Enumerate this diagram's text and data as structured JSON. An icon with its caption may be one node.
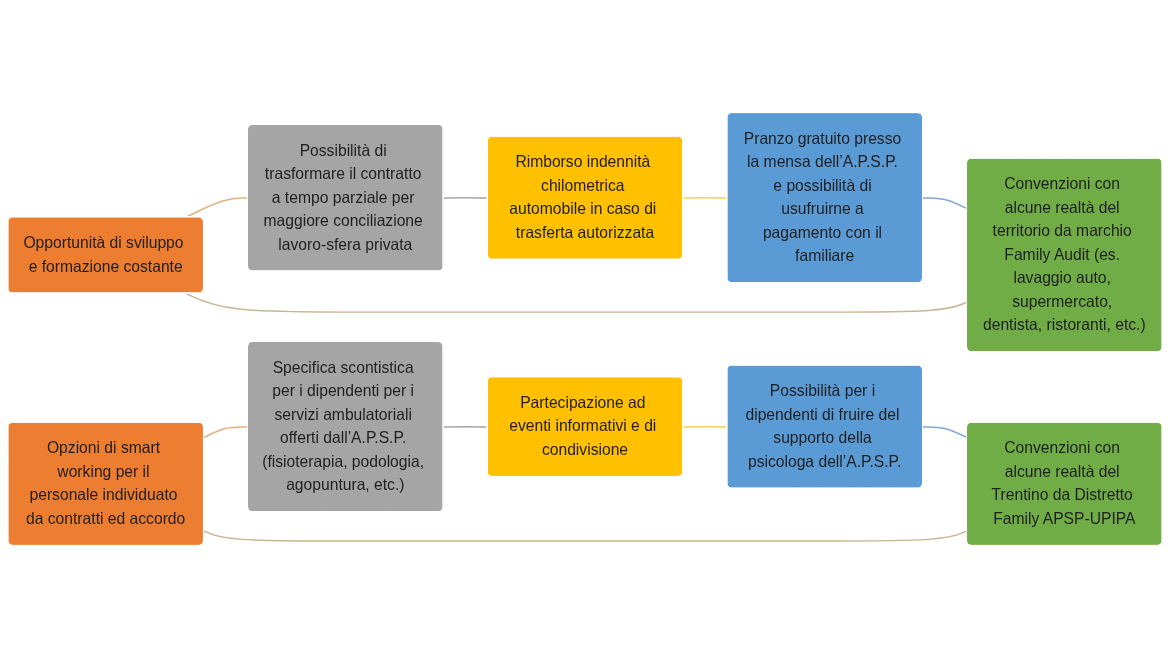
{
  "diagram": {
    "nodes": [
      {
        "text": [
          "Opportunità di sviluppo e formazione costante"
        ]
      },
      {
        "text": [
          "Possibilità di trasformare il contratto a tempo parziale per maggiore conciliazione lavoro-sfera privata"
        ]
      },
      {
        "text": [
          "Rimborso indennità chilometrica automobile in caso di trasferta autorizzata"
        ]
      },
      {
        "text": [
          "Pranzo gratuito presso la mensa dell’A.P.S.P. e possibilità di usufruirne a pagamento con il familiare"
        ]
      },
      {
        "text": [
          "Convenzioni con alcune realtà del territorio da marchio Family Audit (es. lavaggio auto, supermercato, dentista, ristoranti, etc.)"
        ]
      },
      {
        "text": [
          "Opzioni di smart working per il personale individuato da contratti ed accordo"
        ]
      },
      {
        "text": [
          "Specifica scontistica per i dipendenti per i servizi ambulatoriali offerti dall’A.P.S.P. (fisioterapia, podologia, agopuntura, etc.)"
        ]
      },
      {
        "text": [
          "Partecipazione ad eventi informativi e di condivisione"
        ]
      },
      {
        "text": [
          "Possibilità per i dipendenti di fruire del supporto della psicologa dell’A.P.S.P."
        ]
      },
      {
        "text": [
          "Convenzioni con alcune realtà del Trentino da Distretto Family APSP-UPIPA"
        ]
      }
    ],
    "edges": [
      {
        "from": 0,
        "to": 1,
        "arrow": "none",
        "color": "#e3b07f"
      },
      {
        "from": 1,
        "to": 2,
        "arrow": "none",
        "color": "#a5a5a5"
      },
      {
        "from": 2,
        "to": 3,
        "arrow": "none",
        "color": "#f5d24a"
      },
      {
        "from": 3,
        "to": 4,
        "arrow": "none",
        "color": "#7fa7d5"
      },
      {
        "from": 4,
        "to": 0,
        "arrow": "none",
        "color": "#c9b592"
      },
      {
        "from": 5,
        "to": 6,
        "arrow": "none",
        "color": "#e3b07f"
      },
      {
        "from": 6,
        "to": 7,
        "arrow": "none",
        "color": "#a5a5a5"
      },
      {
        "from": 7,
        "to": 8,
        "arrow": "none",
        "color": "#f5d24a"
      },
      {
        "from": 8,
        "to": 9,
        "arrow": "none",
        "color": "#7fa7d5"
      },
      {
        "from": 9,
        "to": 5,
        "arrow": "none",
        "color": "#c9b592"
      }
    ]
  }
}
